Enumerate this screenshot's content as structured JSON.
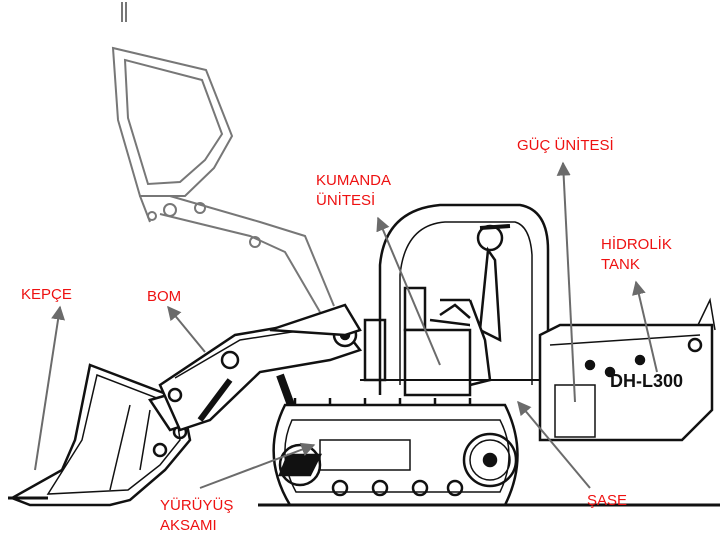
{
  "labels": {
    "guc_unitesi": "GÜÇ ÜNİTESİ",
    "kumanda_line1": "KUMANDA",
    "kumanda_line2": "ÜNİTESİ",
    "hidrolik_line1": "HİDROLİK",
    "hidrolik_line2": "TANK",
    "kepce": "KEPÇE",
    "bom": "BOM",
    "yuruyus_line1": "YÜRÜYÜŞ",
    "yuruyus_line2": "AKSAMI",
    "sase": "ŞASE"
  },
  "machine_plate": "DH-L300",
  "colors": {
    "label_text": "#ee1111",
    "line_art": "#111111",
    "ghost_line_art": "#777777",
    "pointer": "#6b6b6b"
  }
}
